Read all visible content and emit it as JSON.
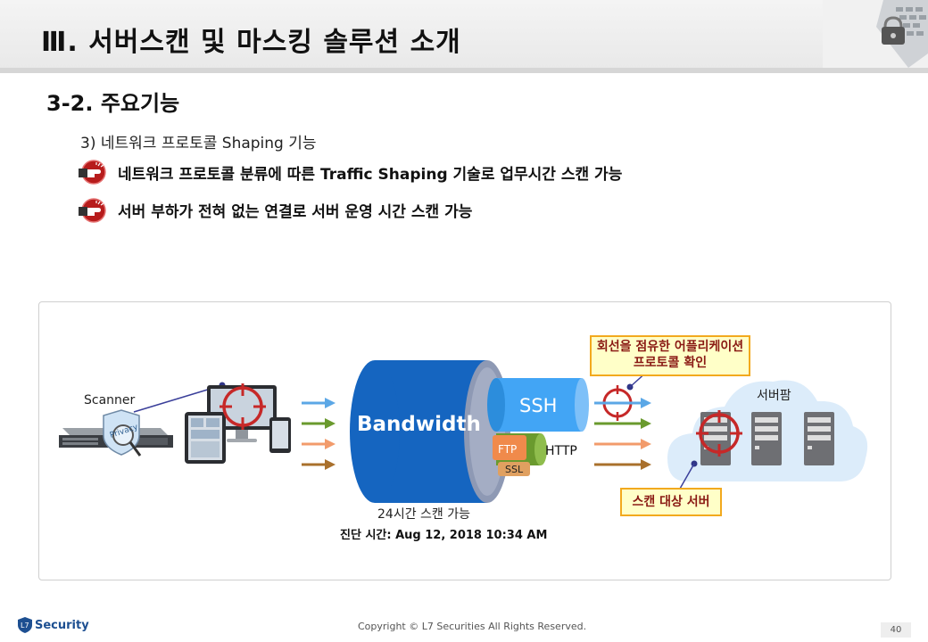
{
  "header": {
    "title": "Ⅲ. 서버스캔 및 마스킹 솔루션 소개"
  },
  "section": {
    "heading": "3-2. 주요기능",
    "subheading": "3) 네트워크 프로토콜 Shaping 기능",
    "bullets": [
      {
        "text": "네트워크 프로토콜 분류에 따른 Traffic Shaping 기술로 업무시간 스캔 가능",
        "icon": "hand-pointer-icon"
      },
      {
        "text": "서버 부하가 전혀 없는 연결로 서버 운영 시간 스캔 가능",
        "icon": "hand-pointer-icon"
      }
    ]
  },
  "diagram": {
    "scanner_label": "Scanner",
    "privacy_label": "Privacy",
    "bandwidth_label": "Bandwidth",
    "ssh_label": "SSH",
    "ftp_label": "FTP",
    "ssl_label": "SSL",
    "http_label": "HTTP",
    "scan_24h_label": "24시간 스캔 가능",
    "diag_time_label": "진단 시간: Aug 12, 2018 10:34 AM",
    "server_farm_label": "서버팜",
    "callout_protocol_line1": "회선을 점유한 어플리케이션",
    "callout_protocol_line2": "프로토콜 확인",
    "callout_server": "스캔 대상 서버",
    "colors": {
      "bandwidth_blue": "#1565c0",
      "ssh_blue": "#42a5f5",
      "http_green": "#6a9a2e",
      "ftp_orange": "#f08a4b",
      "target_red": "#c62828",
      "callout_border": "#f2a91e"
    }
  },
  "footer": {
    "logo_text": "Security",
    "copyright": "Copyright © L7 Securities All Rights Reserved.",
    "page_number": "40"
  }
}
